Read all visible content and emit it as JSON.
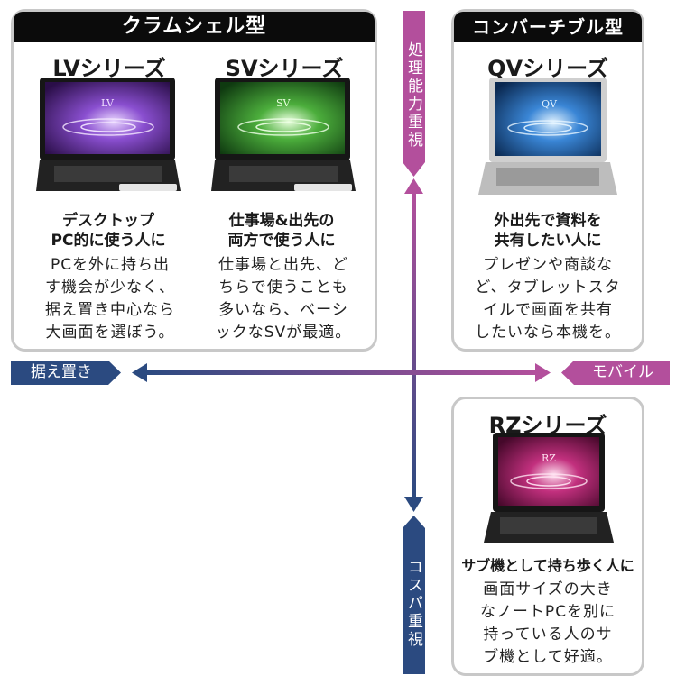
{
  "clamshell": {
    "title": "クラムシェル型"
  },
  "convertible": {
    "title": "コンバーチブル型"
  },
  "axes": {
    "top": "処理能力重視",
    "bottom": "コスパ重視",
    "left": "据え置き",
    "right": "モバイル"
  },
  "lv": {
    "name": "LVシリーズ",
    "screen": "LV",
    "headline": [
      "デスクトップ",
      "PC的に使う人に"
    ],
    "desc": [
      "PCを外に持ち出",
      "す機会が少なく、",
      "据え置き中心なら",
      "大画面を選ぼう。"
    ],
    "color": "#6a35a8"
  },
  "sv": {
    "name": "SVシリーズ",
    "screen": "SV",
    "headline": [
      "仕事場&出先の",
      "両方で使う人に"
    ],
    "desc": [
      "仕事場と出先、ど",
      "ちらで使うことも",
      "多いなら、ベーシ",
      "ックなSVが最適。"
    ],
    "color": "#2e8a2e"
  },
  "qv": {
    "name": "QVシリーズ",
    "screen": "QV",
    "headline": [
      "外出先で資料を",
      "共有したい人に"
    ],
    "desc": [
      "プレゼンや商談な",
      "ど、タブレットスタ",
      "イルで画面を共有",
      "したいなら本機を。"
    ],
    "color": "#2e6fc4"
  },
  "rz": {
    "name": "RZシリーズ",
    "screen": "RZ",
    "headline": [
      "サブ機として持ち歩く人に"
    ],
    "desc": [
      "画面サイズの大き",
      "なノートPCを別に",
      "持っている人のサ",
      "ブ機として好適。"
    ],
    "color": "#a8206e"
  },
  "colors": {
    "purple": "#a04f9e",
    "navy": "#2b4a80",
    "box_border": "#c8c8c8"
  }
}
